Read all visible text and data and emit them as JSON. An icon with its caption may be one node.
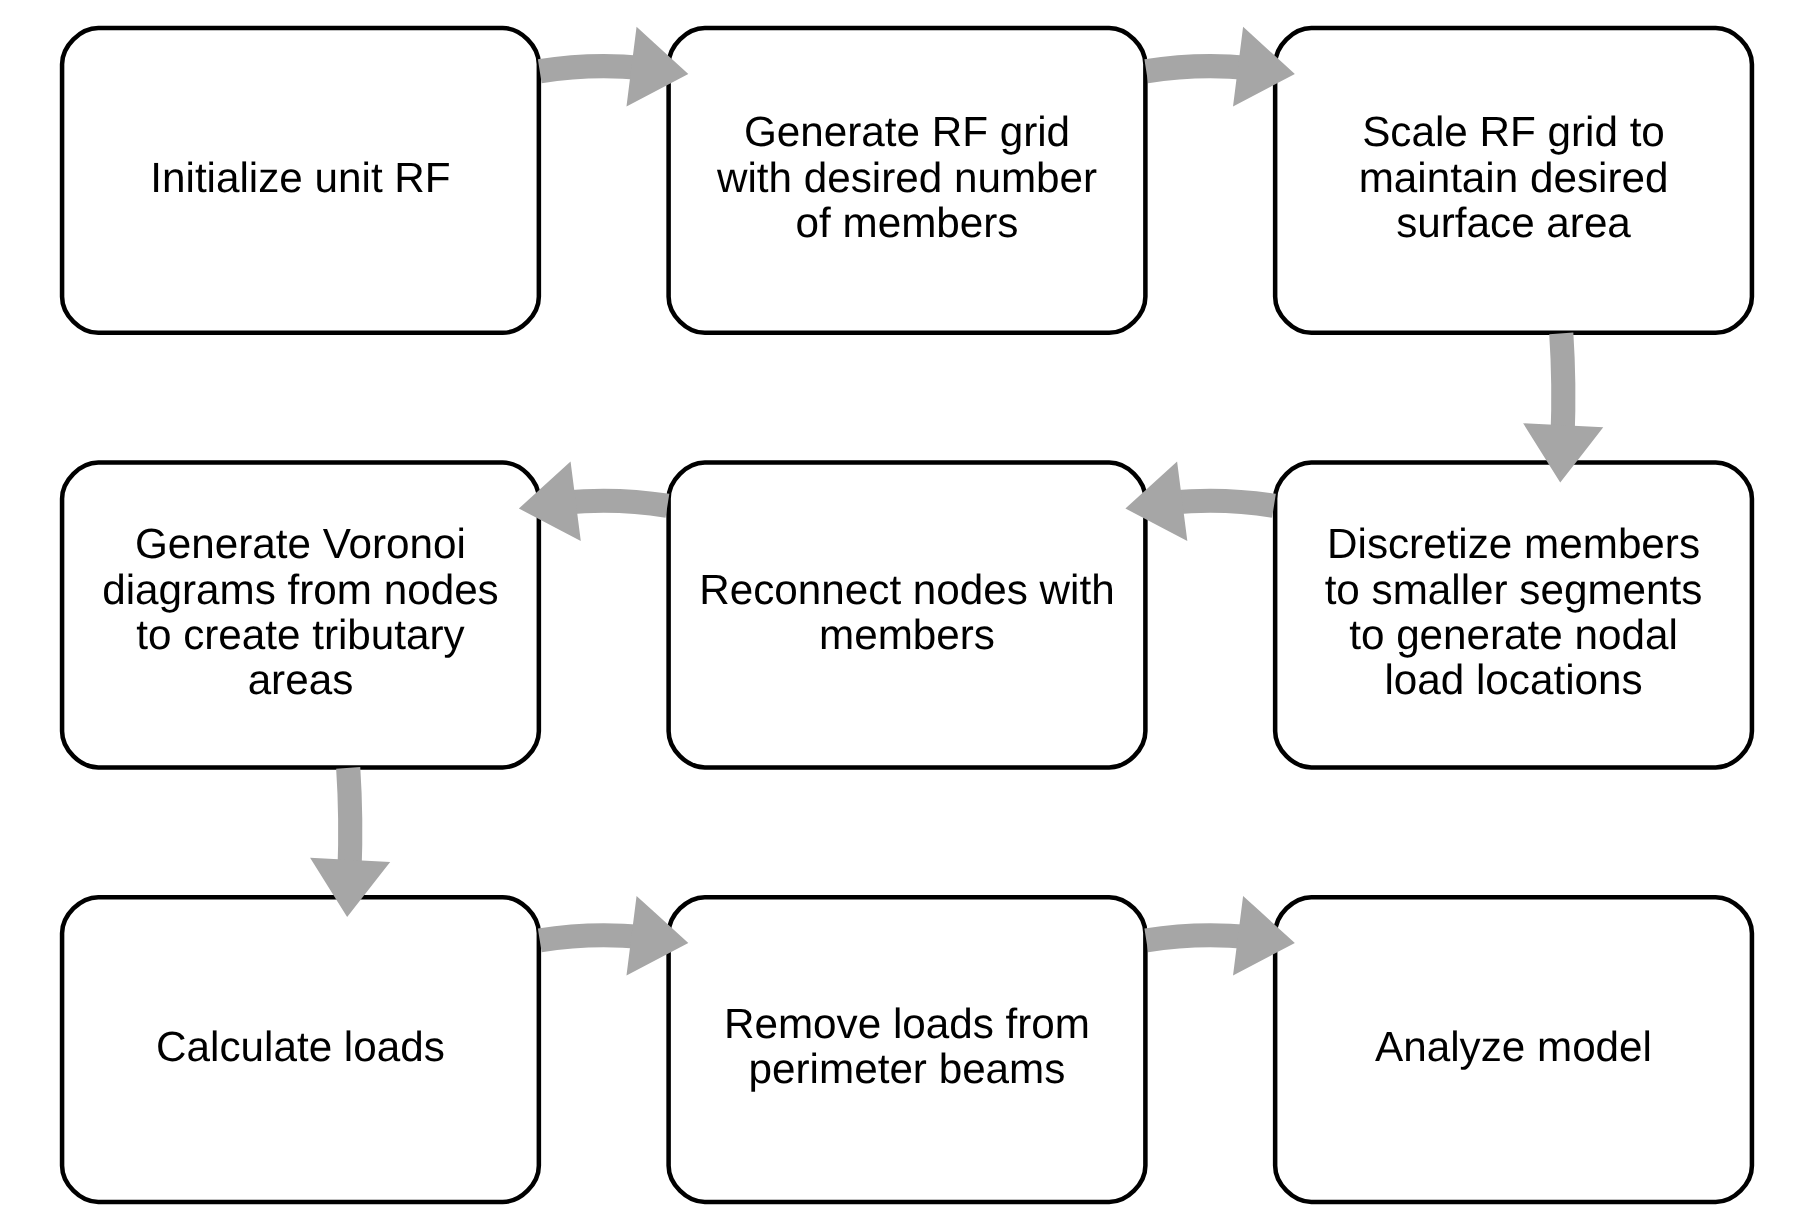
{
  "diagram": {
    "nodes": [
      {
        "text": [
          "Initialize unit RF"
        ]
      },
      {
        "text": [
          "Generate RF grid with desired number of members"
        ]
      },
      {
        "text": [
          "Scale RF grid to maintain desired surface area"
        ]
      },
      {
        "text": [
          "Generate Voronoi diagrams from nodes to create tributary areas"
        ]
      },
      {
        "text": [
          "Reconnect nodes with members"
        ]
      },
      {
        "text": [
          "Discretize members to smaller segments to generate nodal load locations"
        ]
      },
      {
        "text": [
          "Calculate loads"
        ]
      },
      {
        "text": [
          "Remove loads from perimeter beams"
        ]
      },
      {
        "text": [
          "Analyze model"
        ]
      }
    ],
    "edges": [
      {
        "from": 0,
        "to": 1,
        "arrow": "to"
      },
      {
        "from": 1,
        "to": 2,
        "arrow": "to"
      },
      {
        "from": 2,
        "to": 5,
        "arrow": "to"
      },
      {
        "from": 5,
        "to": 4,
        "arrow": "to"
      },
      {
        "from": 4,
        "to": 3,
        "arrow": "to"
      },
      {
        "from": 3,
        "to": 6,
        "arrow": "to"
      },
      {
        "from": 6,
        "to": 7,
        "arrow": "to"
      },
      {
        "from": 7,
        "to": 8,
        "arrow": "to"
      }
    ]
  }
}
